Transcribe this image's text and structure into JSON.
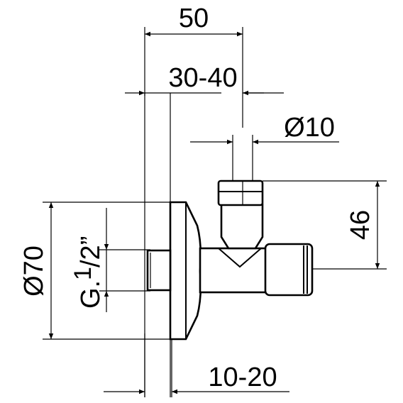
{
  "dimensions": {
    "width_50": "50",
    "range_30_40": "30-40",
    "pipe_d10": "Ø10",
    "height_46": "46",
    "rosette_d70": "Ø70",
    "thread": "G.1/2”",
    "thread_g": "G.",
    "thread_num": "1",
    "thread_den": "/2”",
    "range_10_20": "10-20"
  }
}
